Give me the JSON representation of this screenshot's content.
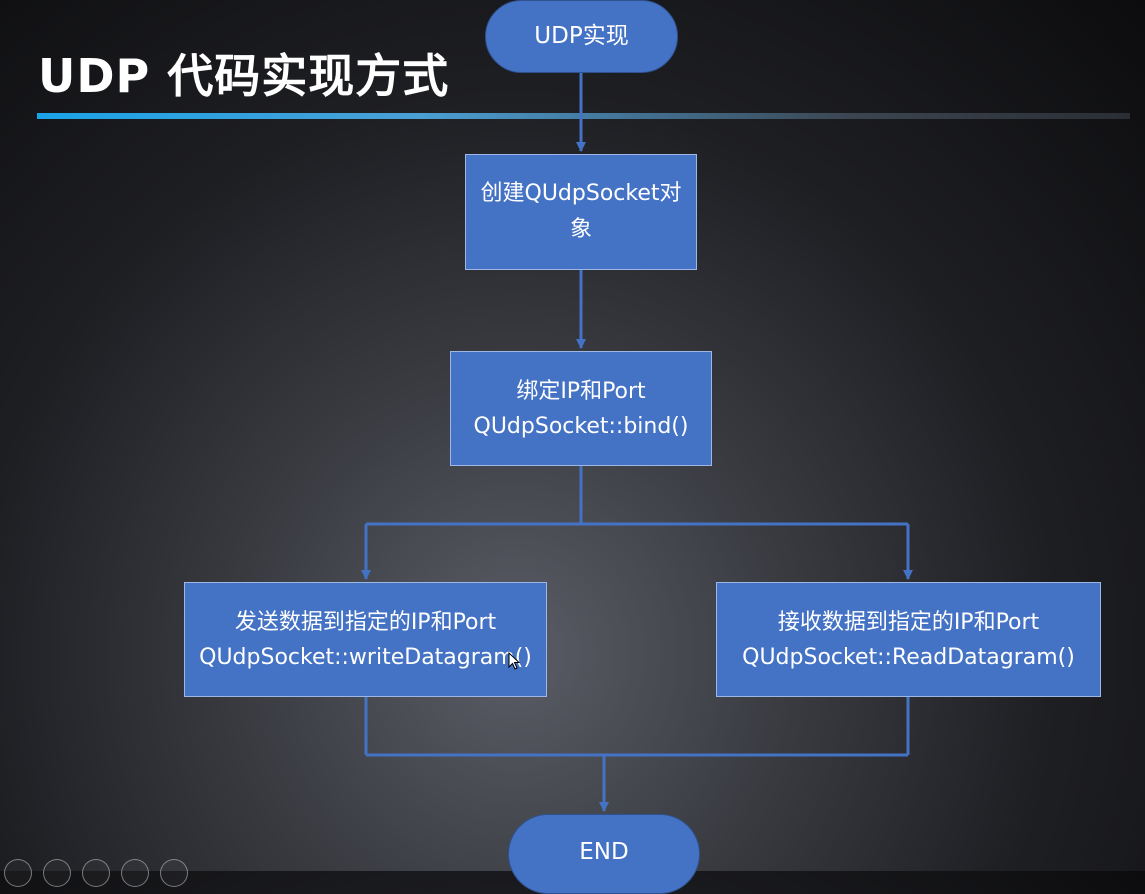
{
  "slide": {
    "title": "UDP 代码实现方式"
  },
  "flowchart": {
    "start_label": "UDP实现",
    "step1_label": "创建QUdpSocket对\n象",
    "step2_label": "绑定IP和Port\nQUdpSocket::bind()",
    "send_label": "发送数据到指定的IP和Port\nQUdpSocket::writeDatagram()",
    "receive_label": "接收数据到指定的IP和Port\nQUdpSocket::ReadDatagram()",
    "end_label": "END"
  },
  "colors": {
    "node_fill": "#4472c4",
    "connector": "#4472c4",
    "title_text": "#ffffff",
    "underline_accent": "#1aa3e8"
  },
  "toolbar": {
    "icons": [
      "previous-icon",
      "pen-icon",
      "slides-grid-icon",
      "zoom-icon",
      "more-icon"
    ]
  }
}
